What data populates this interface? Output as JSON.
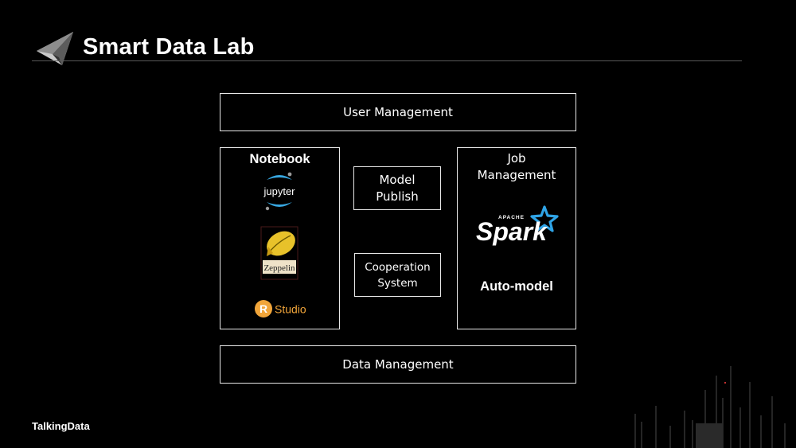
{
  "header": {
    "title": "Smart Data Lab"
  },
  "diagram": {
    "user_management": "User Management",
    "data_management": "Data Management",
    "notebook": {
      "title": "Notebook",
      "tools": [
        "jupyter",
        "Zeppelin",
        "R",
        "Studio"
      ]
    },
    "model_publish": {
      "line1": "Model",
      "line2": "Publish"
    },
    "cooperation_system": {
      "line1": "Cooperation",
      "line2": "System"
    },
    "job_management": {
      "line1": "Job",
      "line2": "Management",
      "spark_small": "APACHE",
      "spark": "Spark",
      "auto_model": "Auto-model"
    }
  },
  "footer": {
    "brand": "TalkingData"
  },
  "colors": {
    "background": "#000000",
    "border": "#e8e8e8",
    "zeppelin": "#e8c22a",
    "rstudio": "#f1a53a"
  }
}
